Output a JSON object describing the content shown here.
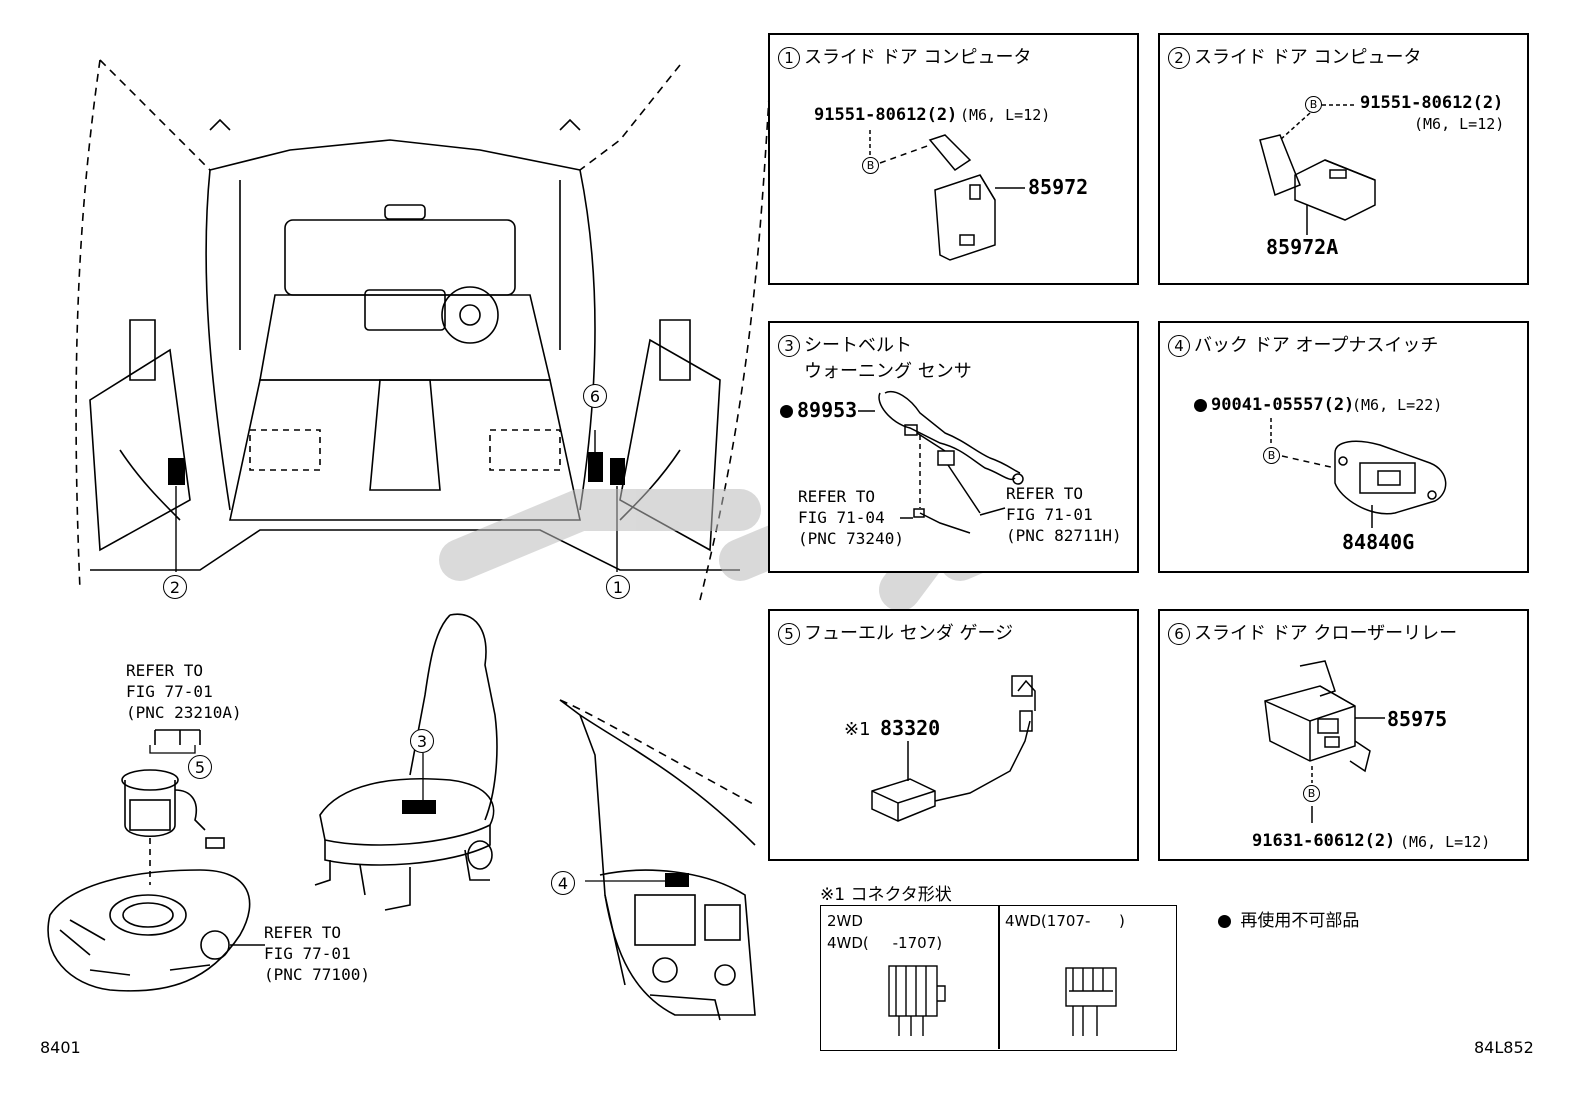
{
  "labels": {
    "b1": {
      "num": "1",
      "title": "スライド ドア コンピュータ",
      "bolt": "91551-80612(2)",
      "bolt_spec": "(M6, L=12)",
      "part": "85972"
    },
    "b2": {
      "num": "2",
      "title": "スライド ドア コンピュータ",
      "bolt": "91551-80612(2)",
      "bolt_spec": "(M6, L=12)",
      "part": "85972A"
    },
    "b3": {
      "num": "3",
      "title_line1": "シートベルト",
      "title_line2": "ウォーニング センサ",
      "part": "89953",
      "ref_left": "REFER TO\nFIG 71-04\n(PNC 73240)",
      "ref_right": "REFER TO\nFIG 71-01\n(PNC 82711H)"
    },
    "b4": {
      "num": "4",
      "title": "バック ドア オープナスイッチ",
      "bolt": "90041-05557(2)",
      "bolt_spec": "(M6, L=22)",
      "part": "84840G"
    },
    "b5": {
      "num": "5",
      "title": "フューエル センダ ゲージ",
      "note_mark": "※1",
      "part": "83320"
    },
    "b6": {
      "num": "6",
      "title": "スライド ドア クローザーリレー",
      "part": "85975",
      "bolt": "91631-60612(2)",
      "bolt_spec": "(M6, L=12)"
    },
    "bolt_mark": "B",
    "connector": {
      "title": "※1 コネクタ形状",
      "left_line1": "2WD",
      "left_line2": "4WD(     -1707)",
      "right_line1": "4WD(1707-      )"
    },
    "legend": "再使用不可部品",
    "ref_fuel_top": "REFER TO\nFIG 77-01\n(PNC 23210A)",
    "ref_fuel_bottom": "REFER TO\nFIG 77-01\n(PNC 77100)",
    "callouts": {
      "c1": "1",
      "c2": "2",
      "c3": "3",
      "c4": "4",
      "c5": "5",
      "c6": "6"
    },
    "page_left": "8401",
    "page_right": "84L852"
  }
}
